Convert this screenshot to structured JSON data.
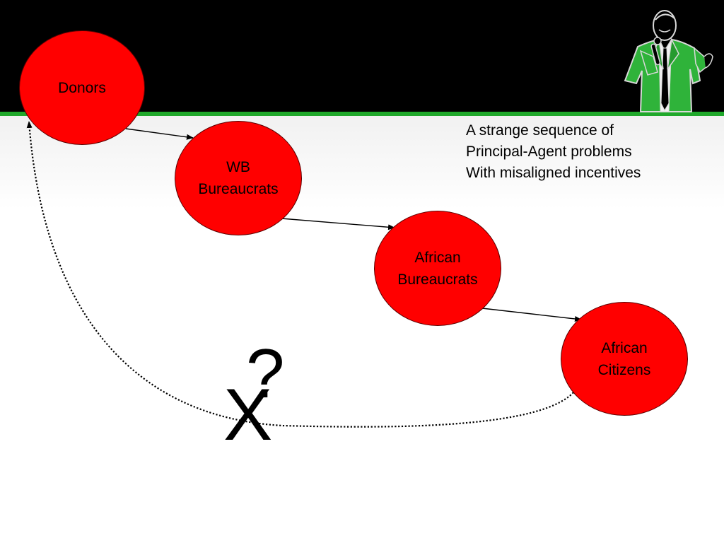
{
  "nodes": {
    "donors": "Donors",
    "wb_bureaucrats": "WB\nBureaucrats",
    "african_bureaucrats": "African\nBureaucrats",
    "african_citizens": "African\nCitizens"
  },
  "caption": {
    "line1": "A strange sequence of",
    "line2": "Principal-Agent problems",
    "line3": "With misaligned incentives"
  },
  "marks": {
    "question": "?",
    "cross": "X"
  },
  "icons": {
    "speaker": "presenter-with-microphone-icon"
  },
  "colors": {
    "header": "#000000",
    "rule": "#1fa82a",
    "node_fill": "#ff0000",
    "jacket": "#2fb33a"
  }
}
